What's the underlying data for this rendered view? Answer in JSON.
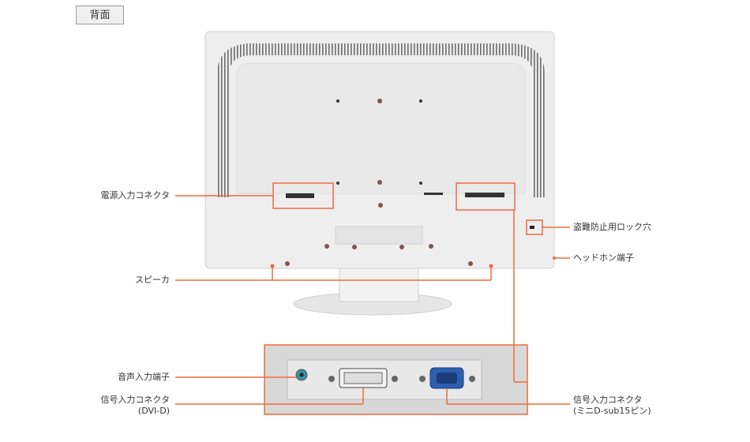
{
  "tab": {
    "label": "背面"
  },
  "labels": {
    "power": "電源入力コネクタ",
    "speaker": "スピーカ",
    "audio_in": "音声入力端子",
    "dvi_line1": "信号入力コネクタ",
    "dvi_line2": "(DVI-D)",
    "lock": "盗難防止用ロック穴",
    "headphone": "ヘッドホン端子",
    "vga_line1": "信号入力コネクタ",
    "vga_line2": "(ミニD-sub15ピン)"
  },
  "colors": {
    "accent": "#ef6a3a",
    "body": "#eeeeee",
    "connector_blue": "#2d5fb0"
  }
}
